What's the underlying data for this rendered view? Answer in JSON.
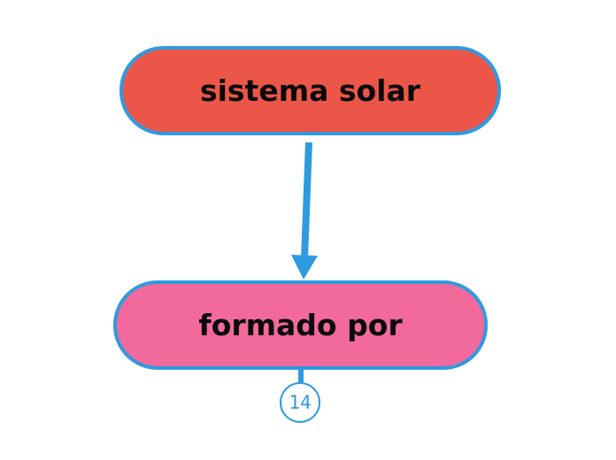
{
  "diagram": {
    "nodes": [
      {
        "label": "sistema solar",
        "fill": "#ec5648"
      },
      {
        "label": "formado por",
        "fill": "#f2699c"
      }
    ],
    "edges": [
      {
        "from": "sistema solar",
        "to": "formado por",
        "arrow": "end"
      }
    ],
    "collapsed_children_badge": "14"
  },
  "colors": {
    "stroke": "#2f9ae0",
    "text": "#0b0b0b",
    "background": "#ffffff"
  }
}
